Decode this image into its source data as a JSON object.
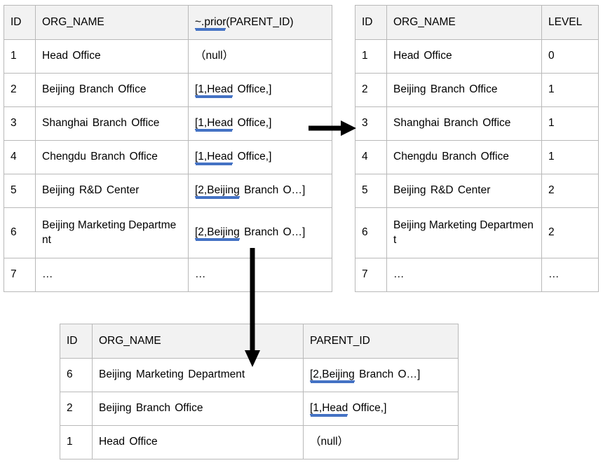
{
  "diagram": {
    "title": "Recursive hierarchy query illustration",
    "accent_color": "#4472c4",
    "header_bg": "#f2f2f2",
    "border_color": "#b9b9b9",
    "arrow_color": "#000000"
  },
  "source_table": {
    "name": "source-org-table",
    "columns": [
      {
        "key": "id",
        "label": "ID"
      },
      {
        "key": "org_name",
        "label": "ORG_NAME"
      },
      {
        "key": "parent",
        "label_prefix": "~.prior",
        "label_suffix": "(PARENT_ID)",
        "label": "~.prior(PARENT_ID)"
      }
    ],
    "rows": [
      {
        "id": "1",
        "org_name": "Head  Office",
        "parent_prefix": "",
        "parent_rest": "（null）",
        "parent": "（null）"
      },
      {
        "id": "2",
        "org_name": "Beijing  Branch  Office",
        "parent_prefix": "[1,Head",
        "parent_rest": " Office,]",
        "parent": "[1,Head Office,]"
      },
      {
        "id": "3",
        "org_name": "Shanghai  Branch  Office",
        "parent_prefix": "[1,Head",
        "parent_rest": " Office,]",
        "parent": "[1,Head Office,]"
      },
      {
        "id": "4",
        "org_name": "Chengdu  Branch  Office",
        "parent_prefix": "[1,Head",
        "parent_rest": " Office,]",
        "parent": "[1,Head Office,]"
      },
      {
        "id": "5",
        "org_name": "Beijing  R&D  Center",
        "parent_prefix": "[2,Beijing",
        "parent_rest": " Branch  O…]",
        "parent": "[2,Beijing Branch O…]"
      },
      {
        "id": "6",
        "org_name": "Beijing  Marketing  Department",
        "parent_prefix": "[2,Beijing",
        "parent_rest": " Branch  O…]",
        "parent": "[2,Beijing Branch O…]"
      },
      {
        "id": "7",
        "org_name": "…",
        "parent_prefix": "",
        "parent_rest": "…",
        "parent": "…"
      }
    ]
  },
  "level_table": {
    "name": "level-org-table",
    "columns": [
      {
        "key": "id",
        "label": "ID"
      },
      {
        "key": "org_name",
        "label": "ORG_NAME"
      },
      {
        "key": "level",
        "label": "LEVEL"
      }
    ],
    "rows": [
      {
        "id": "1",
        "org_name": "Head  Office",
        "level": "0"
      },
      {
        "id": "2",
        "org_name": "Beijing  Branch  Office",
        "level": "1"
      },
      {
        "id": "3",
        "org_name": "Shanghai  Branch  Office",
        "level": "1"
      },
      {
        "id": "4",
        "org_name": "Chengdu  Branch  Office",
        "level": "1"
      },
      {
        "id": "5",
        "org_name": "Beijing  R&D  Center",
        "level": "2"
      },
      {
        "id": "6",
        "org_name": "Beijing  Marketing  Department",
        "level": "2"
      },
      {
        "id": "7",
        "org_name": "…",
        "level": "…"
      }
    ]
  },
  "path_table": {
    "name": "ancestor-path-table",
    "columns": [
      {
        "key": "id",
        "label": "ID"
      },
      {
        "key": "org_name",
        "label": "ORG_NAME"
      },
      {
        "key": "parent_id",
        "label": "PARENT_ID"
      }
    ],
    "rows": [
      {
        "id": "6",
        "org_name": "Beijing  Marketing  Department",
        "parent_prefix": "[2,Beijing",
        "parent_rest": " Branch  O…]",
        "parent_id": "[2,Beijing Branch O…]"
      },
      {
        "id": "2",
        "org_name": "Beijing  Branch  Office",
        "parent_prefix": "[1,Head",
        "parent_rest": " Office,]",
        "parent_id": "[1,Head Office,]"
      },
      {
        "id": "1",
        "org_name": "Head  Office",
        "parent_prefix": "",
        "parent_rest": "（null）",
        "parent_id": "（null）"
      }
    ]
  },
  "arrows": [
    {
      "name": "arrow-right-to-level-table",
      "direction": "right"
    },
    {
      "name": "arrow-down-to-path-table",
      "direction": "down"
    }
  ]
}
